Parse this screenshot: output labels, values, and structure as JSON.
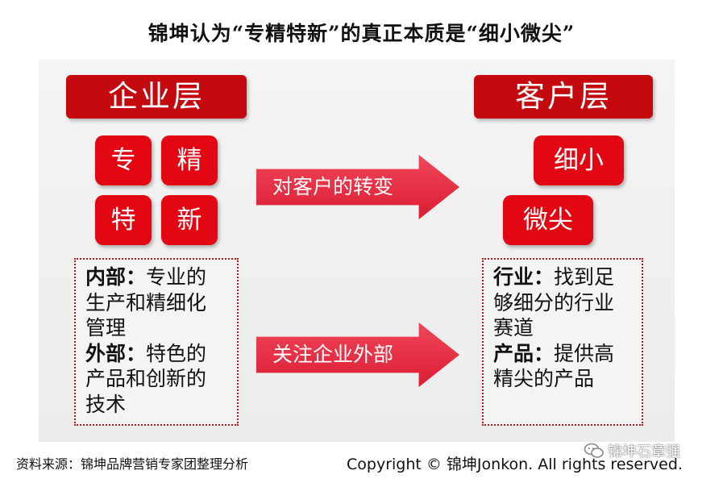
{
  "title": "锦坤认为“专精特新”的真正本质是“细小微尖”",
  "left": {
    "header": "企业层",
    "chars": [
      "专",
      "精",
      "特",
      "新"
    ],
    "description_lines": [
      {
        "label": "内部：",
        "text": "专业的"
      },
      {
        "label": "",
        "text": "生产和精细化"
      },
      {
        "label": "",
        "text": "管理"
      },
      {
        "label": "外部：",
        "text": "特色的"
      },
      {
        "label": "",
        "text": "产品和创新的"
      },
      {
        "label": "",
        "text": "技术"
      }
    ]
  },
  "right": {
    "header": "客户层",
    "words": [
      "细小",
      "微尖"
    ],
    "description_lines": [
      {
        "label": "行业：",
        "text": "找到足"
      },
      {
        "label": "",
        "text": "够细分的行业"
      },
      {
        "label": "",
        "text": "赛道"
      },
      {
        "label": "产品：",
        "text": "提供高"
      },
      {
        "label": "",
        "text": "精尖的产品"
      }
    ]
  },
  "arrows": [
    "对客户的转变",
    "关注企业外部"
  ],
  "footer": {
    "source": "资料来源：锦坤品牌营销专家团整理分析",
    "copyright": "Copyright © 锦坤Jonkon. All rights reserved.",
    "watermark": "锦坤石章强"
  },
  "colors": {
    "primary_red": "#e30613",
    "header_red": "#c40a0e",
    "arrow_red": "#e8304a"
  }
}
